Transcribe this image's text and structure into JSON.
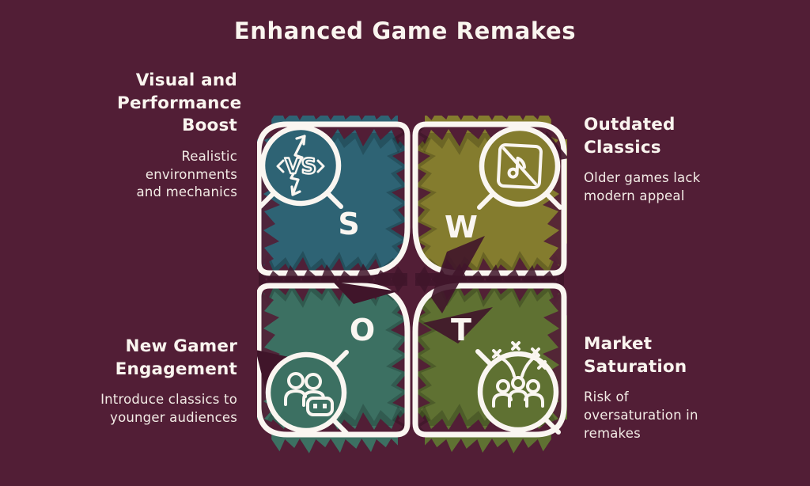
{
  "title": "Enhanced Game Remakes",
  "colors": {
    "background": "#521e36",
    "shadow": "#40152a",
    "outline_white": "#faf6f1",
    "text_white": "#f3ece6"
  },
  "quadrants": [
    {
      "letter": "S",
      "heading": "Visual and Performance Boost",
      "description": "Realistic environments and mechanics",
      "color": "#2e6374",
      "icon": "versus-icon"
    },
    {
      "letter": "W",
      "heading": "Outdated Classics",
      "description": "Older games lack modern appeal",
      "color": "#847c2e",
      "icon": "no-music-icon"
    },
    {
      "letter": "O",
      "heading": "New Gamer Engagement",
      "description": "Introduce classics to younger audiences",
      "color": "#3c7062",
      "icon": "gamers-icon"
    },
    {
      "letter": "T",
      "heading": "Market Saturation",
      "description": "Risk of oversaturation in remakes",
      "color": "#5f7132",
      "icon": "celebration-icon"
    }
  ],
  "vs_icon_label": "VS"
}
